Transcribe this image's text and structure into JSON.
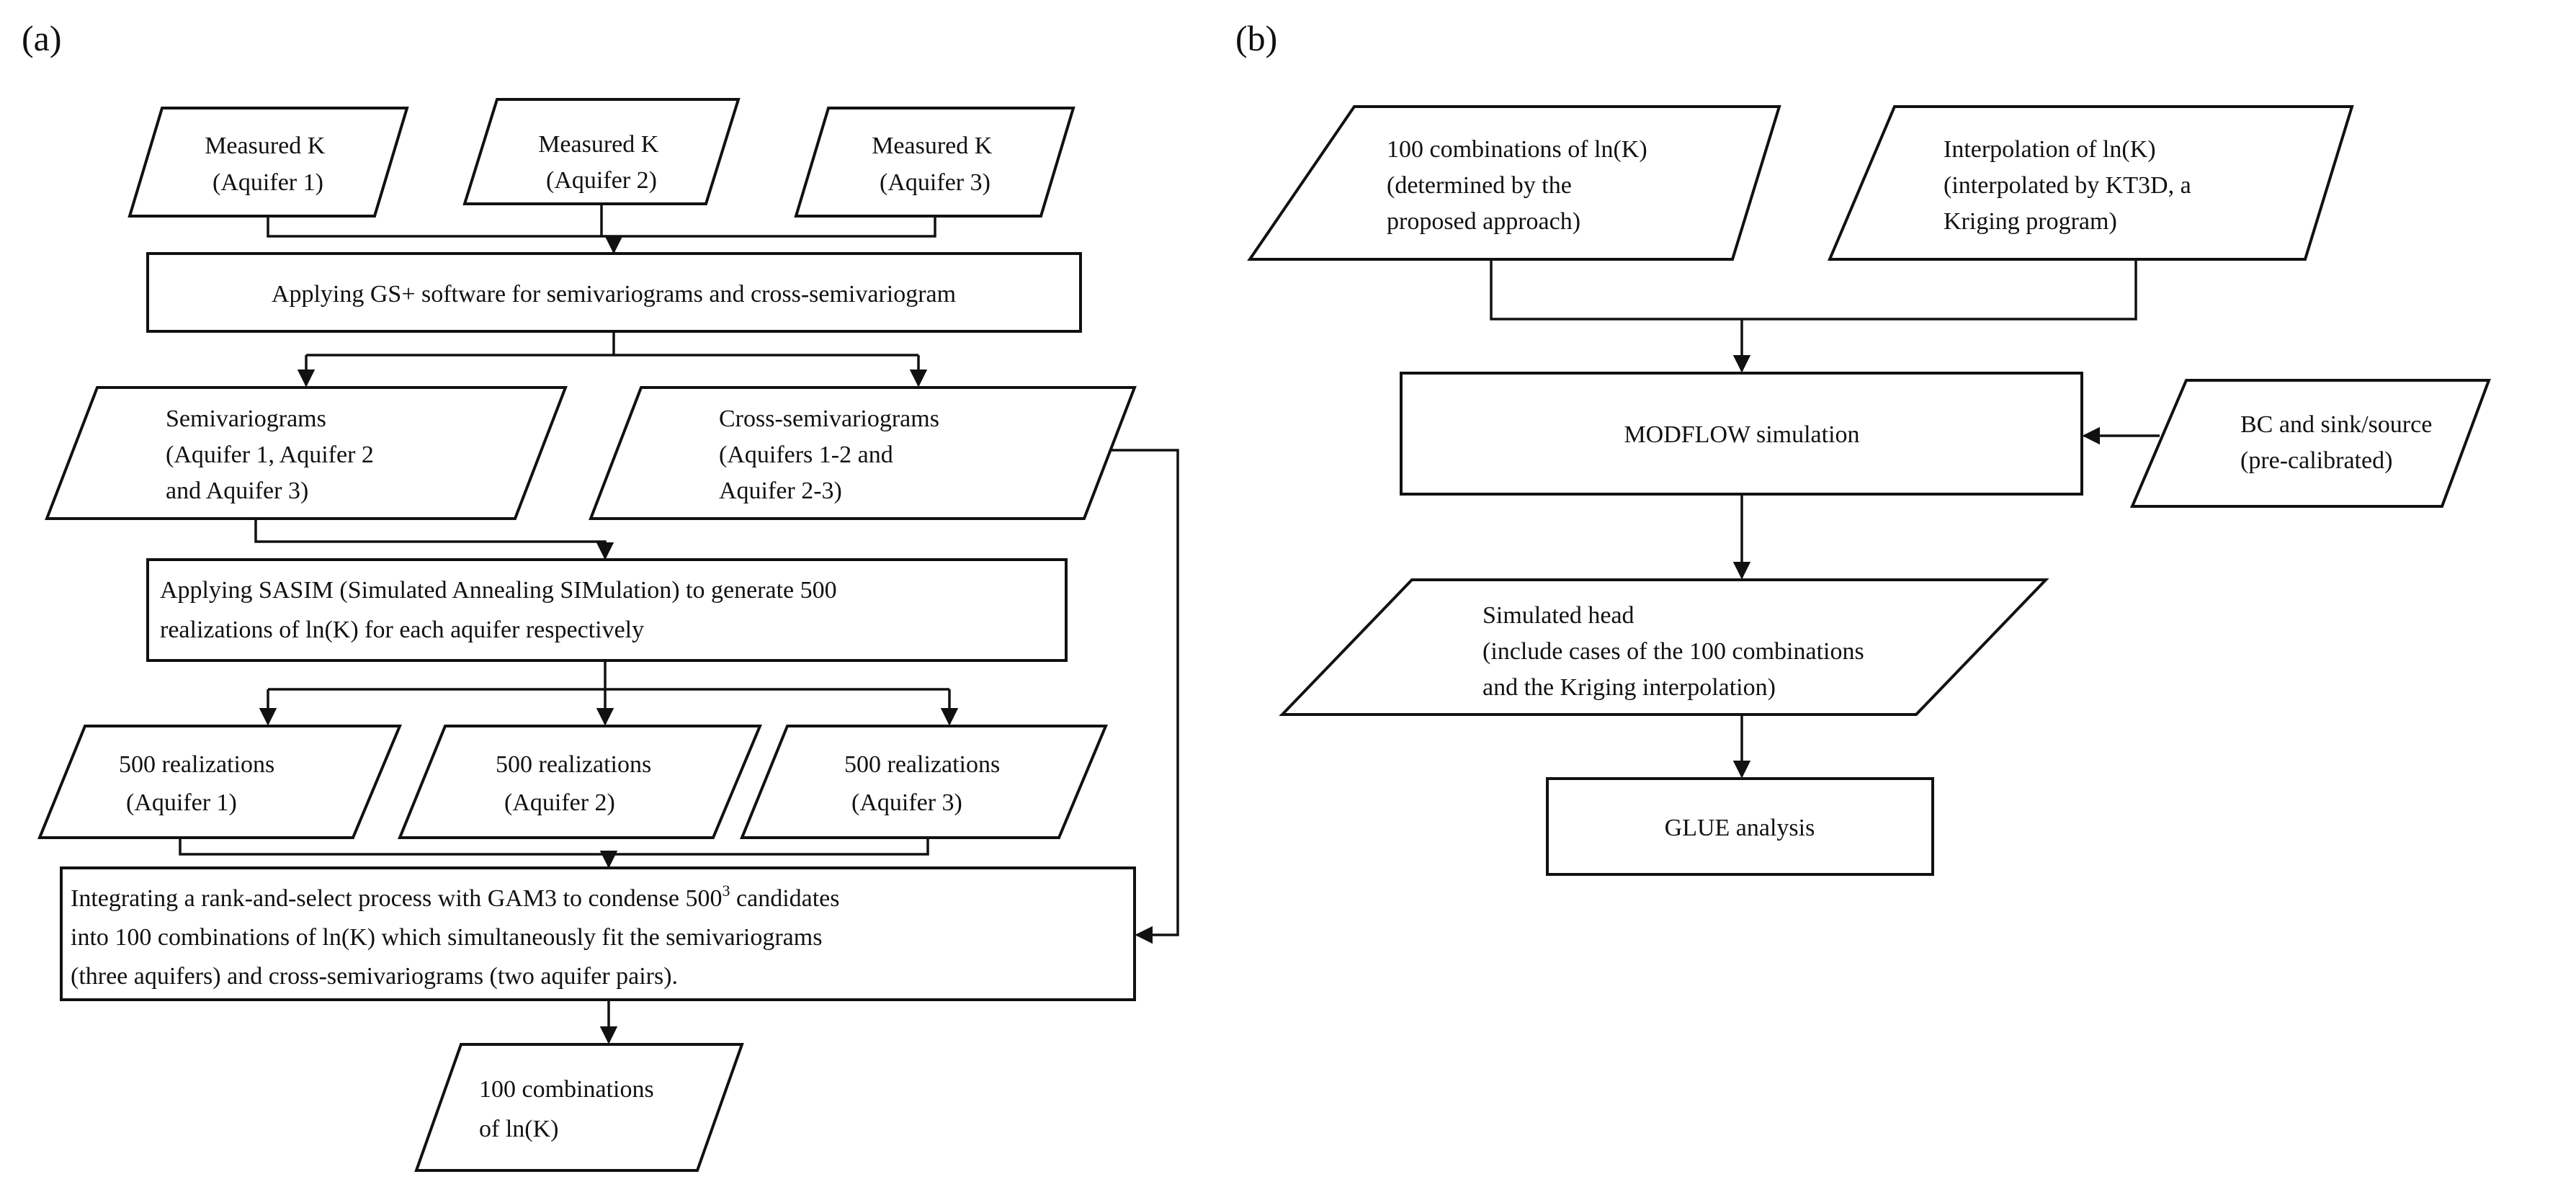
{
  "panel_a": {
    "label": "(a)",
    "measured_k_1": [
      "Measured K",
      "(Aquifer 1)"
    ],
    "measured_k_2": [
      "Measured K",
      "(Aquifer 2)"
    ],
    "measured_k_3": [
      "Measured K",
      "(Aquifer 3)"
    ],
    "gs_step": [
      "Applying GS+ software for semivariograms and cross-semivariogram"
    ],
    "semivariograms": [
      "Semivariograms",
      "(Aquifer 1, Aquifer 2",
      "and Aquifer 3)"
    ],
    "cross_semivariograms": [
      "Cross-semivariograms",
      "(Aquifers 1-2 and",
      "Aquifer 2-3)"
    ],
    "sasim_step": [
      "Applying SASIM (Simulated Annealing SIMulation) to generate 500",
      "realizations of ln(K) for each aquifer respectively"
    ],
    "realizations_1": [
      "500 realizations",
      "(Aquifer 1)"
    ],
    "realizations_2": [
      "500 realizations",
      "(Aquifer 2)"
    ],
    "realizations_3": [
      "500 realizations",
      "(Aquifer 3)"
    ],
    "gam3_step": {
      "line1_before": "Integrating a rank-and-select process with GAM3 to condense 500",
      "line1_sup": "3",
      "line1_after": " candidates",
      "line2": "into 100 combinations of ln(K) which simultaneously fit the semivariograms",
      "line3": "(three aquifers) and cross-semivariograms (two aquifer pairs)."
    },
    "combinations_output": [
      "100 combinations",
      "of ln(K)"
    ]
  },
  "panel_b": {
    "label": "(b)",
    "combinations_input": [
      "100 combinations of ln(K)",
      "(determined by the",
      "proposed approach)"
    ],
    "interpolation_input": [
      "Interpolation of ln(K)",
      "(interpolated by KT3D, a",
      "Kriging program)"
    ],
    "modflow_step": [
      "MODFLOW simulation"
    ],
    "bc_input": [
      "BC and sink/source",
      "(pre-calibrated)"
    ],
    "simulated_head": [
      "Simulated head",
      "(include cases of the 100 combinations",
      "and the Kriging interpolation)"
    ],
    "glue_step": [
      "GLUE analysis"
    ]
  }
}
